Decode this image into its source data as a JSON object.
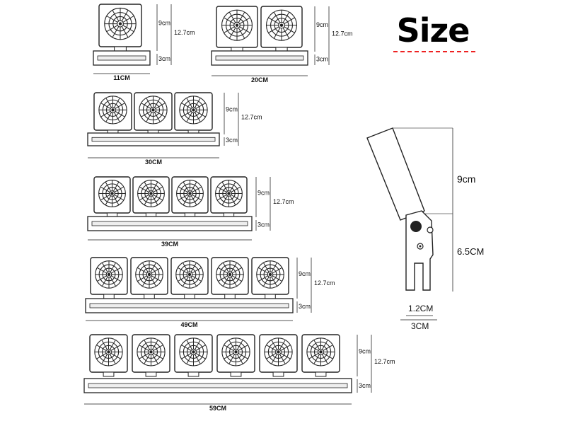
{
  "title": "Size",
  "colors": {
    "line": "#555555",
    "fan": "#222222",
    "accent": "#e02020"
  },
  "variants": [
    {
      "fan_count": 1,
      "width": "11CM",
      "fan_height": "9cm",
      "total_height": "12.7cm",
      "base_height": "3cm"
    },
    {
      "fan_count": 2,
      "width": "20CM",
      "fan_height": "9cm",
      "total_height": "12.7cm",
      "base_height": "3cm"
    },
    {
      "fan_count": 3,
      "width": "30CM",
      "fan_height": "9cm",
      "total_height": "12.7cm",
      "base_height": "3cm"
    },
    {
      "fan_count": 4,
      "width": "39CM",
      "fan_height": "9cm",
      "total_height": "12.7cm",
      "base_height": "3cm"
    },
    {
      "fan_count": 5,
      "width": "49CM",
      "fan_height": "9cm",
      "total_height": "12.7cm",
      "base_height": "3cm"
    },
    {
      "fan_count": 6,
      "width": "59CM",
      "fan_height": "9cm",
      "total_height": "12.7cm",
      "base_height": "3cm"
    }
  ],
  "side_view": {
    "fan_height": "9cm",
    "bracket_height": "6.5CM",
    "slot_width": "1.2CM",
    "bracket_width": "3CM"
  }
}
